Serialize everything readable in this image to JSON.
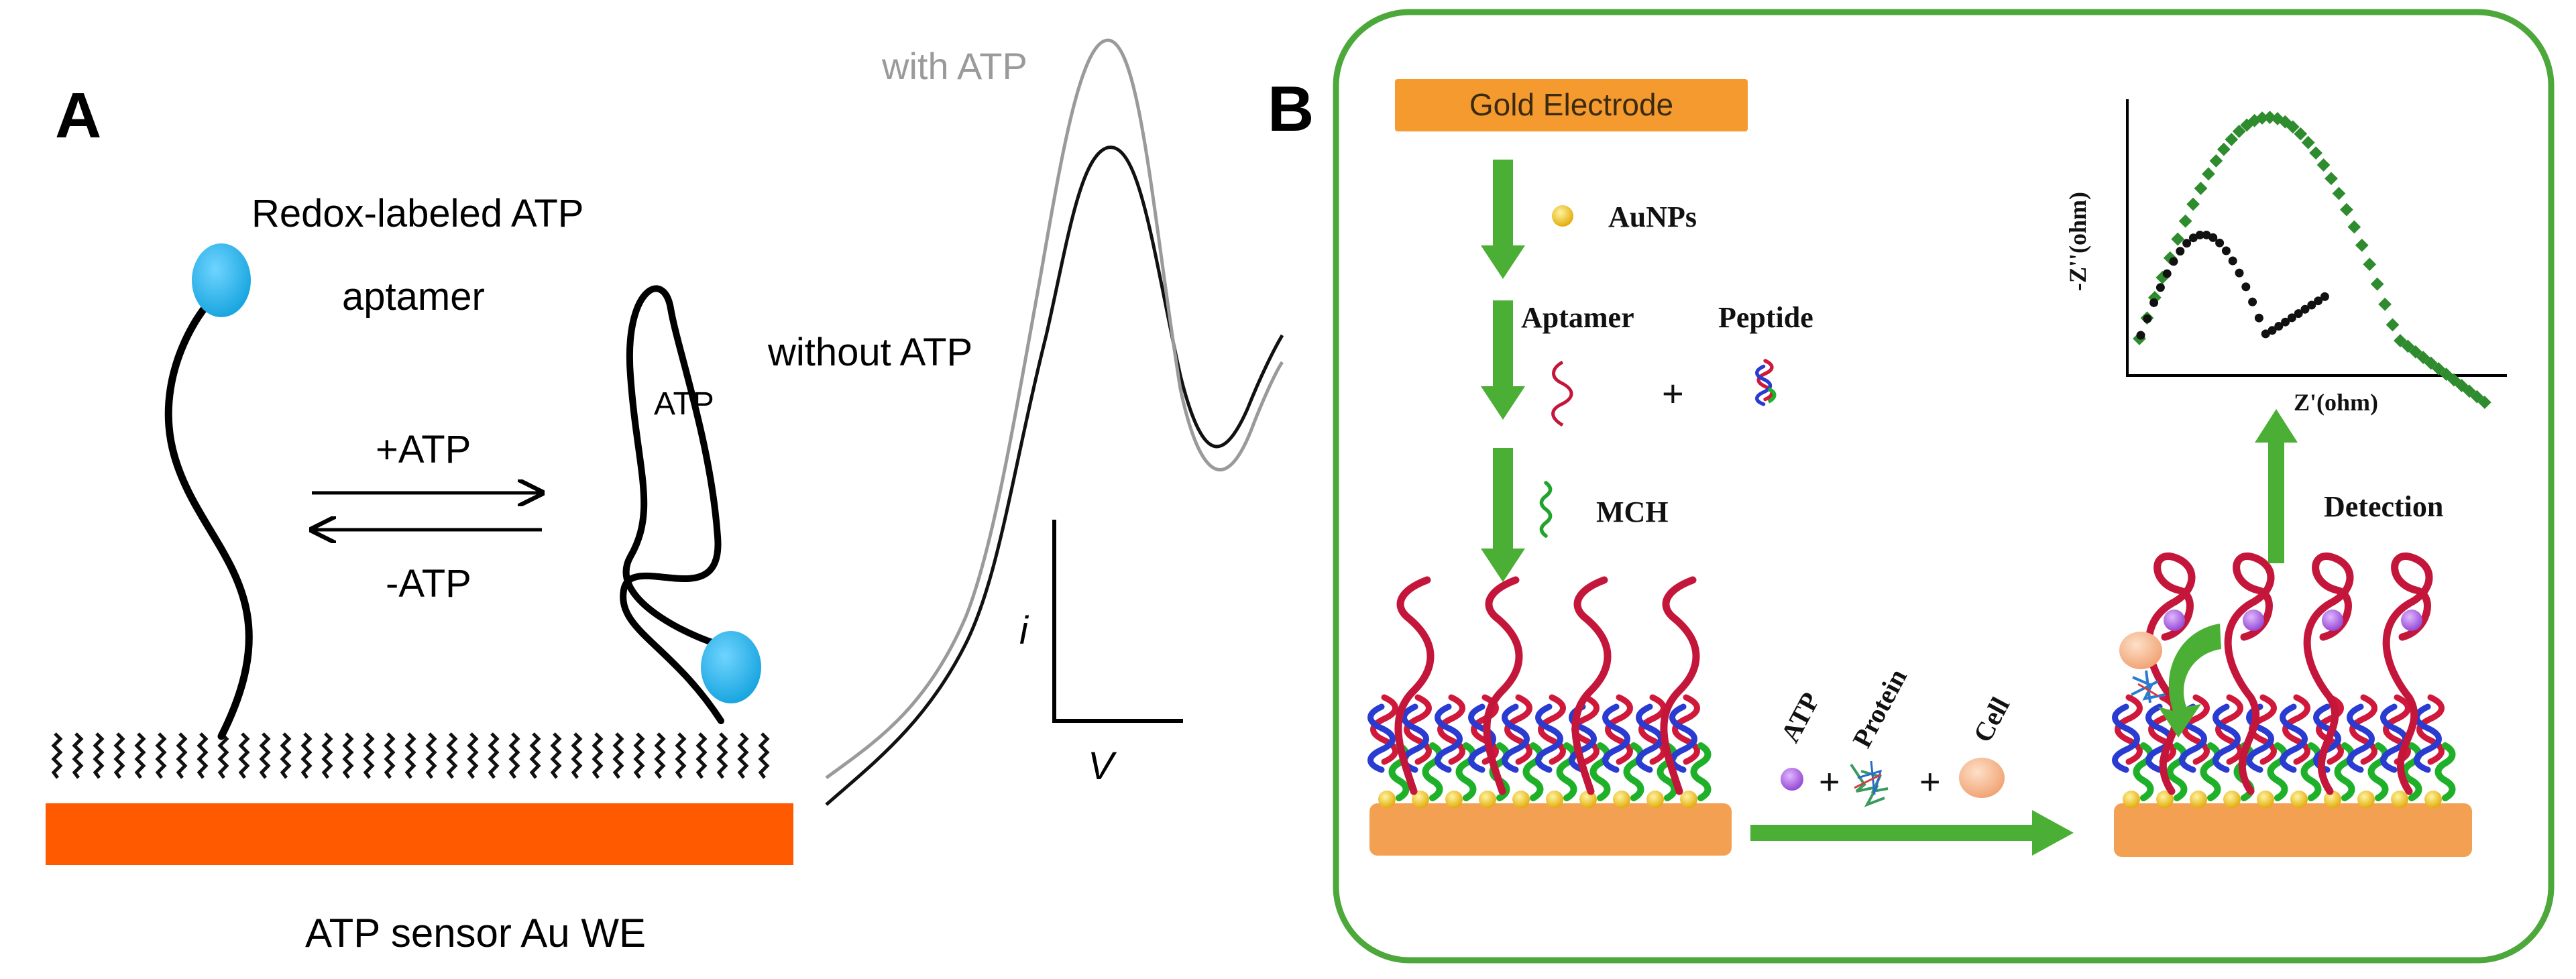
{
  "panel_a": {
    "letter": "A",
    "aptamer_label_line1": "Redox-labeled ATP",
    "aptamer_label_line2": "aptamer",
    "forward_label": "+ATP",
    "reverse_label": "-ATP",
    "bound_label": "ATP",
    "electrode_label": "ATP sensor Au WE",
    "with_atp": "with ATP",
    "without_atp": "without ATP",
    "current_label": "i",
    "voltage_label": "V"
  },
  "panel_b": {
    "letter": "B",
    "electrode_box": "Gold Electrode",
    "step1": "AuNPs",
    "step2a": "Aptamer",
    "plus1": "+",
    "step2b": "Peptide",
    "step3": "MCH",
    "target_atp": "ATP",
    "plus2": "+",
    "target_protein": "Protein",
    "plus3": "+",
    "target_cell": "Cell",
    "detection": "Detection",
    "eis_ylabel": "-Z''(ohm)",
    "eis_xlabel": "Z'(ohm)"
  },
  "colors": {
    "electrode_a": "#ff5a00",
    "redox_label": "#1ab0e8",
    "border_b": "#4ca83a",
    "arrow_green": "#4caf35",
    "gold_box": "#f59a2e",
    "electrode_b": "#f3a052",
    "aptamer_red": "#c4163a",
    "nanoparticle": "#f1c61a",
    "atp_purple": "#a457d8",
    "cell": "#f2b488",
    "eis_green": "#2e8b2e"
  }
}
